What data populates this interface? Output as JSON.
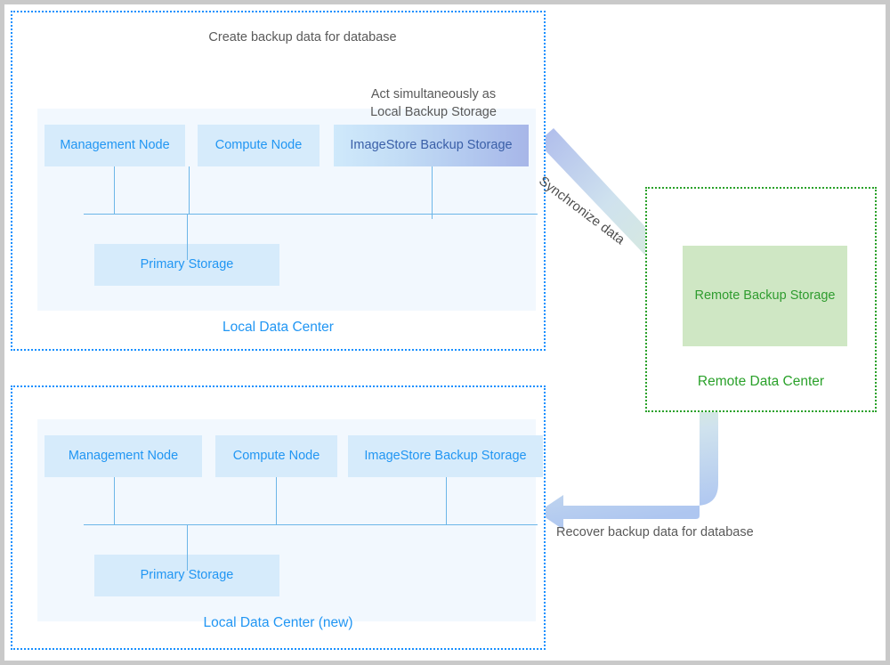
{
  "diagram": {
    "title_text_top": "Create backup data for database",
    "note_imagestore": "Act simultaneously as\nLocal Backup Storage",
    "label_sync": "Synchronize data",
    "label_recover": "Recover backup data for database"
  },
  "local_top": {
    "caption": "Local Data Center",
    "nodes": [
      {
        "label": "Management Node"
      },
      {
        "label": "Compute Node"
      },
      {
        "label": "ImageStore Backup Storage"
      },
      {
        "label": "Primary Storage"
      }
    ]
  },
  "local_bottom": {
    "caption": "Local Data Center (new)",
    "nodes": [
      {
        "label": "Management Node"
      },
      {
        "label": "Compute Node"
      },
      {
        "label": "ImageStore Backup Storage"
      },
      {
        "label": "Primary Storage"
      }
    ]
  },
  "remote": {
    "caption": "Remote Data Center",
    "storage_label": "Remote Backup Storage"
  },
  "colors": {
    "accent_blue": "#2196f3",
    "node_blue": "#d6ebfb",
    "panel_blue": "#f2f8fe",
    "accent_green": "#2aa12a",
    "remote_box_green": "#cfe7c4",
    "arrow_blue": "#aec6f0",
    "arrow_green": "#d9eed2",
    "label_gray": "#595959",
    "frame_gray": "#c9c9c9"
  }
}
